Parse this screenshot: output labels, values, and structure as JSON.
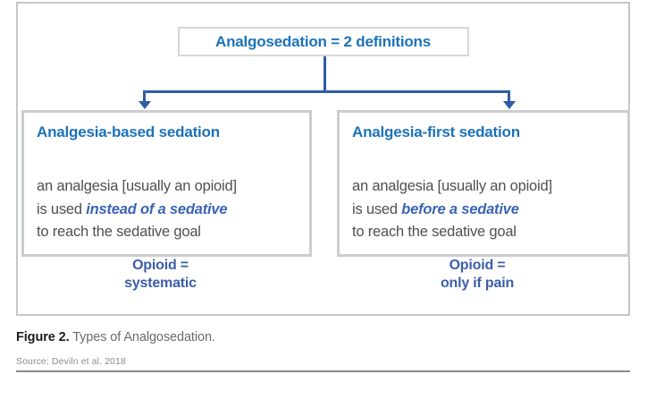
{
  "colors": {
    "title_blue": "#1c72ba",
    "emphasis_blue": "#3a64b5",
    "note_blue": "#3b5ea9",
    "connector_blue": "#2e5da6",
    "body_gray": "#4f4f4f",
    "border_gray": "#cbcdd0",
    "rule_gray": "#8a8a8a"
  },
  "diagram": {
    "root_label": "Analgosedation = 2 definitions",
    "branches": [
      {
        "title": "Analgesia-based sedation",
        "body_line1": "an analgesia [usually an opioid]",
        "body_line2_prefix": "is used ",
        "body_line2_emphasis": "instead of a sedative",
        "body_line3": "to reach the sedative goal",
        "note_line1": "Opioid =",
        "note_line2": "systematic"
      },
      {
        "title": "Analgesia-first sedation",
        "body_line1": "an analgesia [usually an opioid]",
        "body_line2_prefix": "is used ",
        "body_line2_emphasis": "before a sedative",
        "body_line3": "to reach the sedative goal",
        "note_line1": "Opioid =",
        "note_line2": "only if pain"
      }
    ]
  },
  "caption": {
    "figure_label": "Figure 2.",
    "figure_text": " Types of Analgosedation.",
    "source": "Source: Deviln et al. 2018"
  }
}
